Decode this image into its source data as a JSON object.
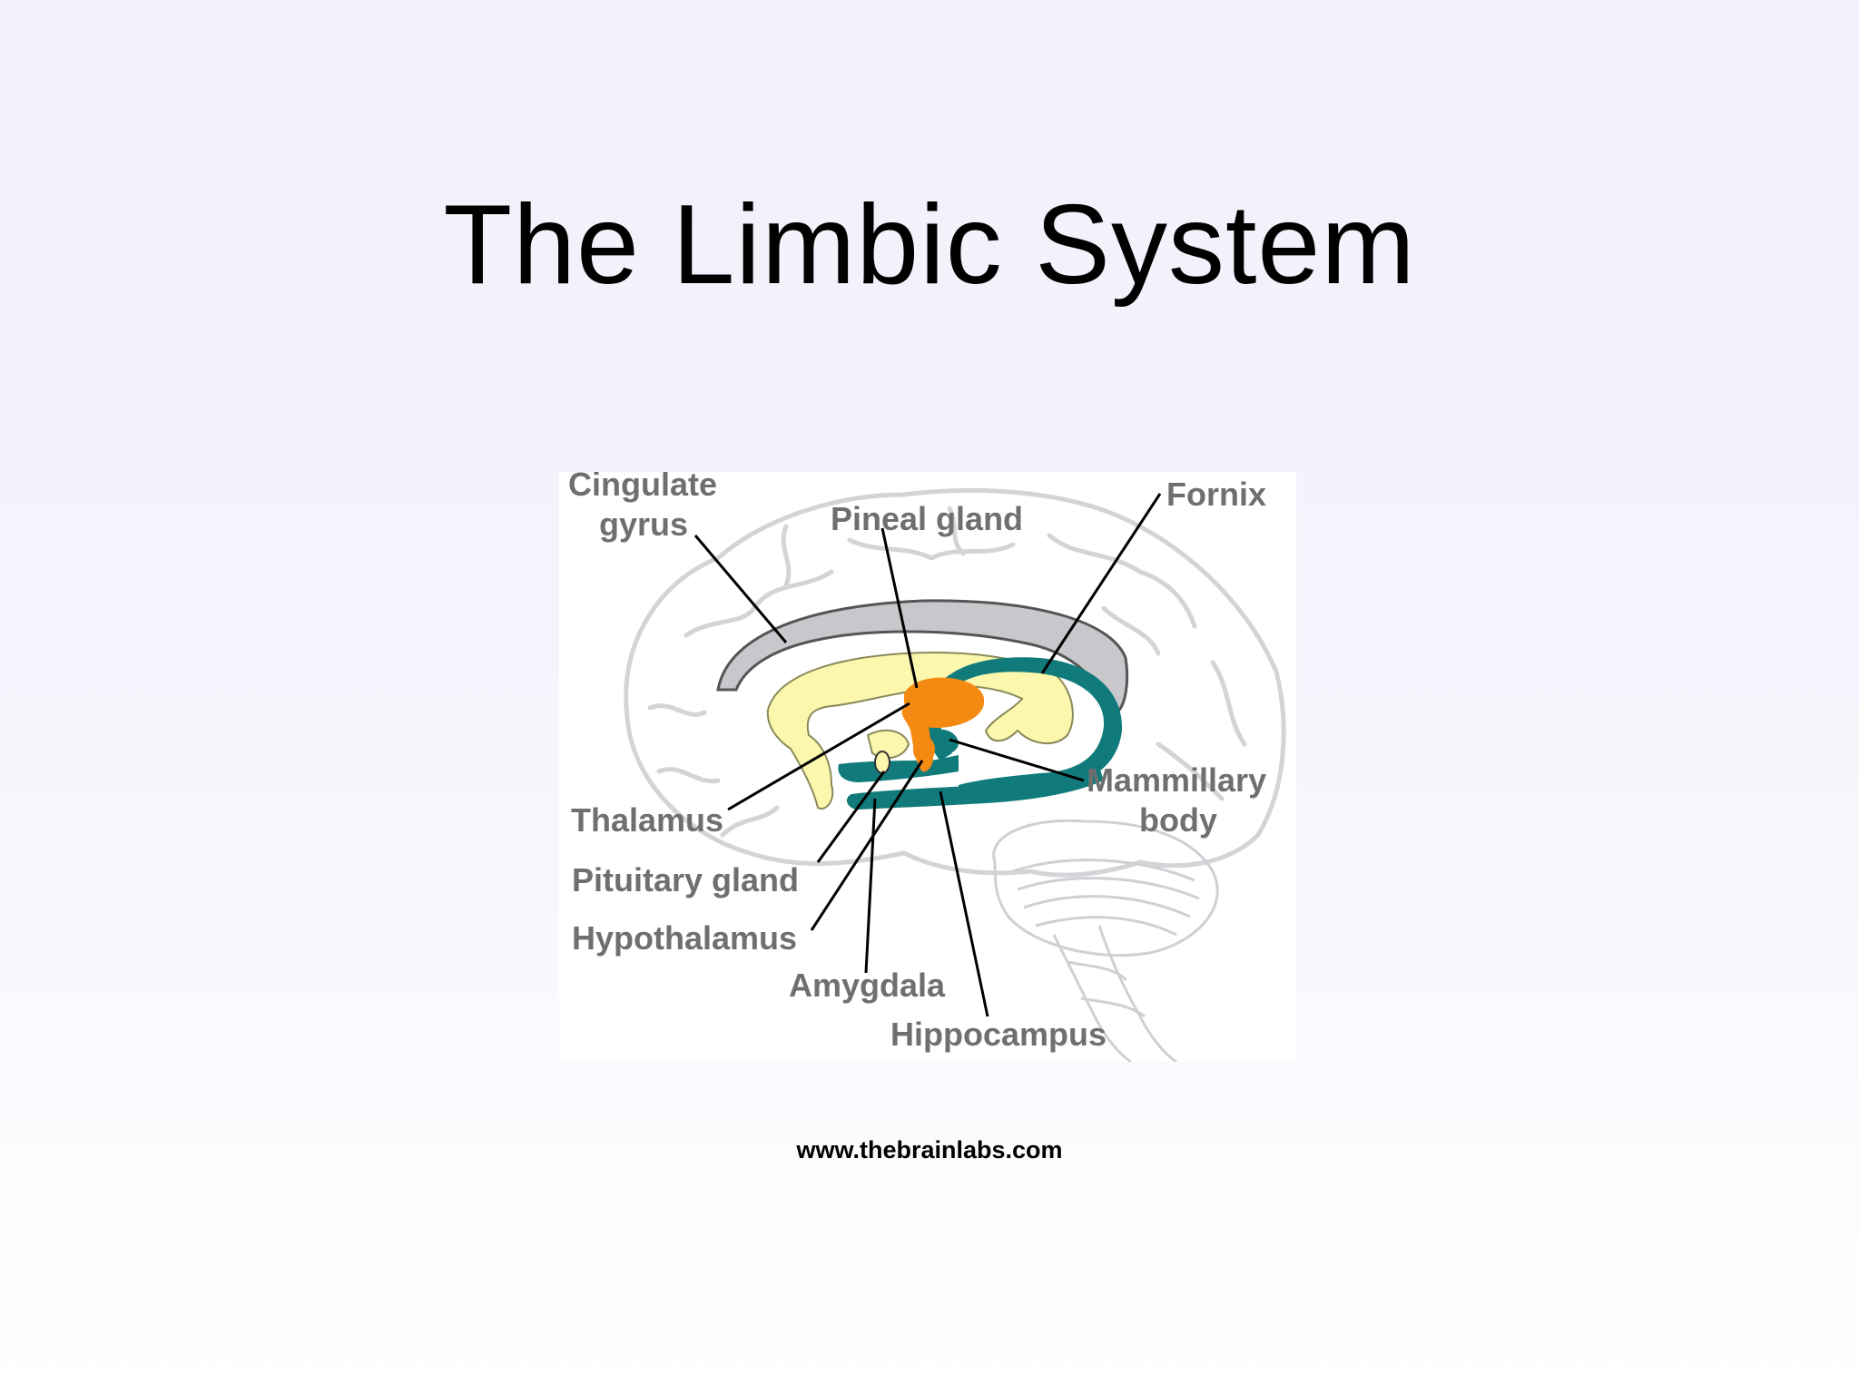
{
  "slide": {
    "title": "The Limbic System",
    "source": "www.thebrainlabs.com"
  },
  "diagram": {
    "labels": {
      "cingulate_line1": "Cingulate",
      "cingulate_line2": "gyrus",
      "pineal": "Pineal gland",
      "fornix": "Fornix",
      "thalamus": "Thalamus",
      "mammillary_line1": "Mammillary",
      "mammillary_line2": "body",
      "pituitary": "Pituitary gland",
      "hypothalamus": "Hypothalamus",
      "amygdala": "Amygdala",
      "hippocampus": "Hippocampus"
    },
    "colors": {
      "cingulate": "#c8c8cc",
      "corpus": "#fbf7ad",
      "thalamus": "#f58a12",
      "fornix": "#117b7b",
      "brain_outline": "#d4d4d8",
      "label_text": "#6f6f6f",
      "leader_line": "#000000"
    }
  }
}
